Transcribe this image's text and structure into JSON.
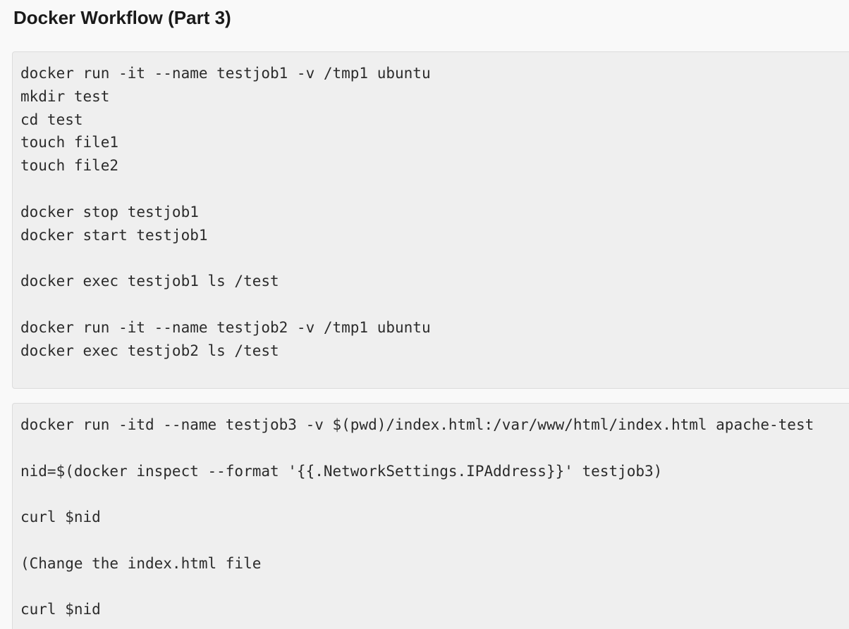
{
  "title": "Docker Workflow (Part 3)",
  "blocks": [
    {
      "lines": [
        "docker run -it --name testjob1 -v /tmp1 ubuntu",
        "mkdir test",
        "cd test",
        "touch file1",
        "touch file2",
        "",
        "docker stop testjob1",
        "docker start testjob1",
        "",
        "docker exec testjob1 ls /test",
        "",
        "docker run -it --name testjob2 -v /tmp1 ubuntu",
        "docker exec testjob2 ls /test"
      ]
    },
    {
      "lines": [
        "docker run -itd --name testjob3 -v $(pwd)/index.html:/var/www/html/index.html apache-test",
        "",
        "nid=$(docker inspect --format '{{.NetworkSettings.IPAddress}}' testjob3)",
        "",
        "curl $nid",
        "",
        "(Change the index.html file",
        "",
        "curl $nid"
      ]
    }
  ]
}
